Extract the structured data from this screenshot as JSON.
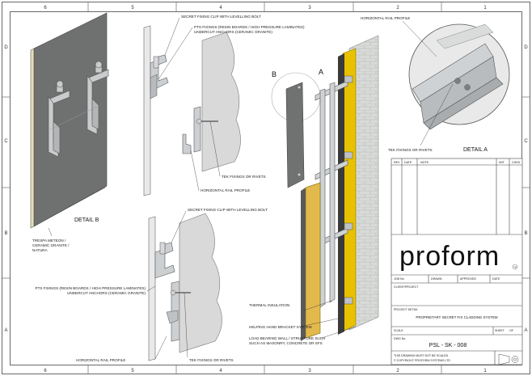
{
  "grid": {
    "columns": [
      "6",
      "5",
      "4",
      "3",
      "2",
      "1"
    ],
    "rows": [
      "D",
      "C",
      "B",
      "A"
    ]
  },
  "labels": {
    "detail_b": "DETAIL B",
    "detail_a": "DETAIL A",
    "view_a": "A",
    "view_b": "B",
    "secret_clip_top": "SECRET FIXING CLIP WITH LEVELLING BOLT",
    "pts_top_1": "PTS FIXINGS (RESIN BOARDS / HIGH PRESSURE LAMINATES)",
    "pts_top_2": "UNDERCUT ANCHORS (CERAMIC GRANITE)",
    "tek_top": "TEK FIXINGS OR RIVETS",
    "rail_top": "HORIZONTAL RAIL PROFILE",
    "trespa_1": "TRESPA METEON /",
    "trespa_2": "CERAMIC GRANITE /",
    "trespa_3": "NATURA",
    "secret_clip_bottom": "SECRET FIXING CLIP WITH LEVELLING BOLT",
    "pts_bottom_1": "PTS FIXINGS (RESIN BOARDS / HIGH PRESSURE LAMINATES)",
    "pts_bottom_2": "UNDERCUT ANCHORS (CERAMIC GRANITE)",
    "rail_bottom": "HORIZONTAL RAIL PROFILE",
    "tek_bottom": "TEK FIXINGS OR RIVETS",
    "rail_detail_a": "HORIZONTAL RAIL PROFILE",
    "tek_detail_a": "TEK FIXINGS OR RIVETS",
    "thermal": "THERMAL INSULATION",
    "helping_hand": "HELPING HAND BRACKET SYSTEM",
    "load_1": "LOAD BEARING WALL / STRUCTURE SUCH",
    "load_2": "SUCH AS MASONRY, CONCRETE OR SFS"
  },
  "title_block": {
    "headers": {
      "rev": "REV",
      "date": "DATE",
      "note": "NOTE",
      "init": "INIT",
      "chkd": "CHKD"
    },
    "brand": "proform",
    "brand_mark": "TM",
    "row1": {
      "no": "JOB No",
      "drawn": "DRAWN",
      "approved": "APPROVED",
      "date": "DATE"
    },
    "client": "CLIENT/PROJECT",
    "project_detail": "PROJECT DETAIL",
    "project_title": "PROPRIETARY SECRET FIX CLADDING SYSTEM",
    "scale": "SCALE",
    "sheet": "SHEET",
    "of": "OF",
    "dwg_no": "DWG No",
    "dwg_value": "PSL - SK - 008",
    "disclaimer": "THIS DRAWING MUST NOT BE SCALED",
    "copyright": "© COPYRIGHT PROFORM SYSTEMS LTD"
  }
}
